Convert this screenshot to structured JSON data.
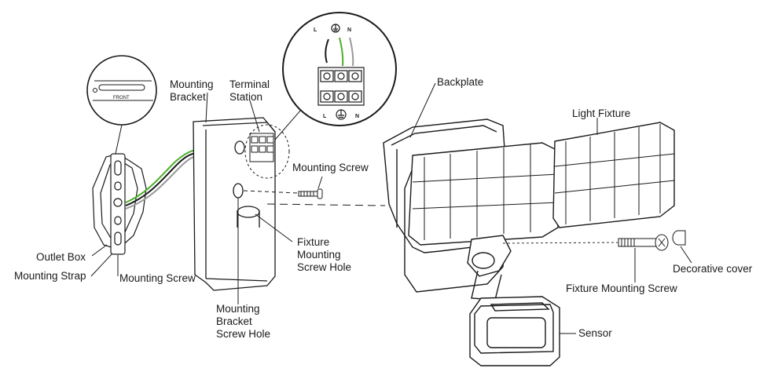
{
  "labels": {
    "outlet_box": "Outlet Box",
    "mounting_strap": "Mounting Strap",
    "mounting_screw_bottom": "Mounting Screw",
    "mounting_bracket": [
      "Mounting",
      "Bracket"
    ],
    "terminal_station": [
      "Terminal",
      "Station"
    ],
    "mounting_screw_top": "Mounting Screw",
    "fixture_mounting_screw_hole": [
      "Fixture",
      "Mounting",
      "Screw Hole"
    ],
    "mounting_bracket_screw_hole": [
      "Mounting",
      "Bracket",
      "Screw Hole"
    ],
    "backplate": "Backplate",
    "light_fixture": "Light Fixture",
    "decorative_cover": "Decorative cover",
    "fixture_mounting_screw": "Fixture Mounting Screw",
    "sensor": "Sensor"
  },
  "strap_inset": {
    "marking": "FRONT"
  },
  "terminal_inset": {
    "top_markers": [
      "L",
      "N"
    ],
    "bottom_markers": [
      "L",
      "N"
    ]
  },
  "colors": {
    "line": "#1a1a1a",
    "ground_wire": "#4caf2a",
    "neutral_wire": "#9a9a9a"
  }
}
